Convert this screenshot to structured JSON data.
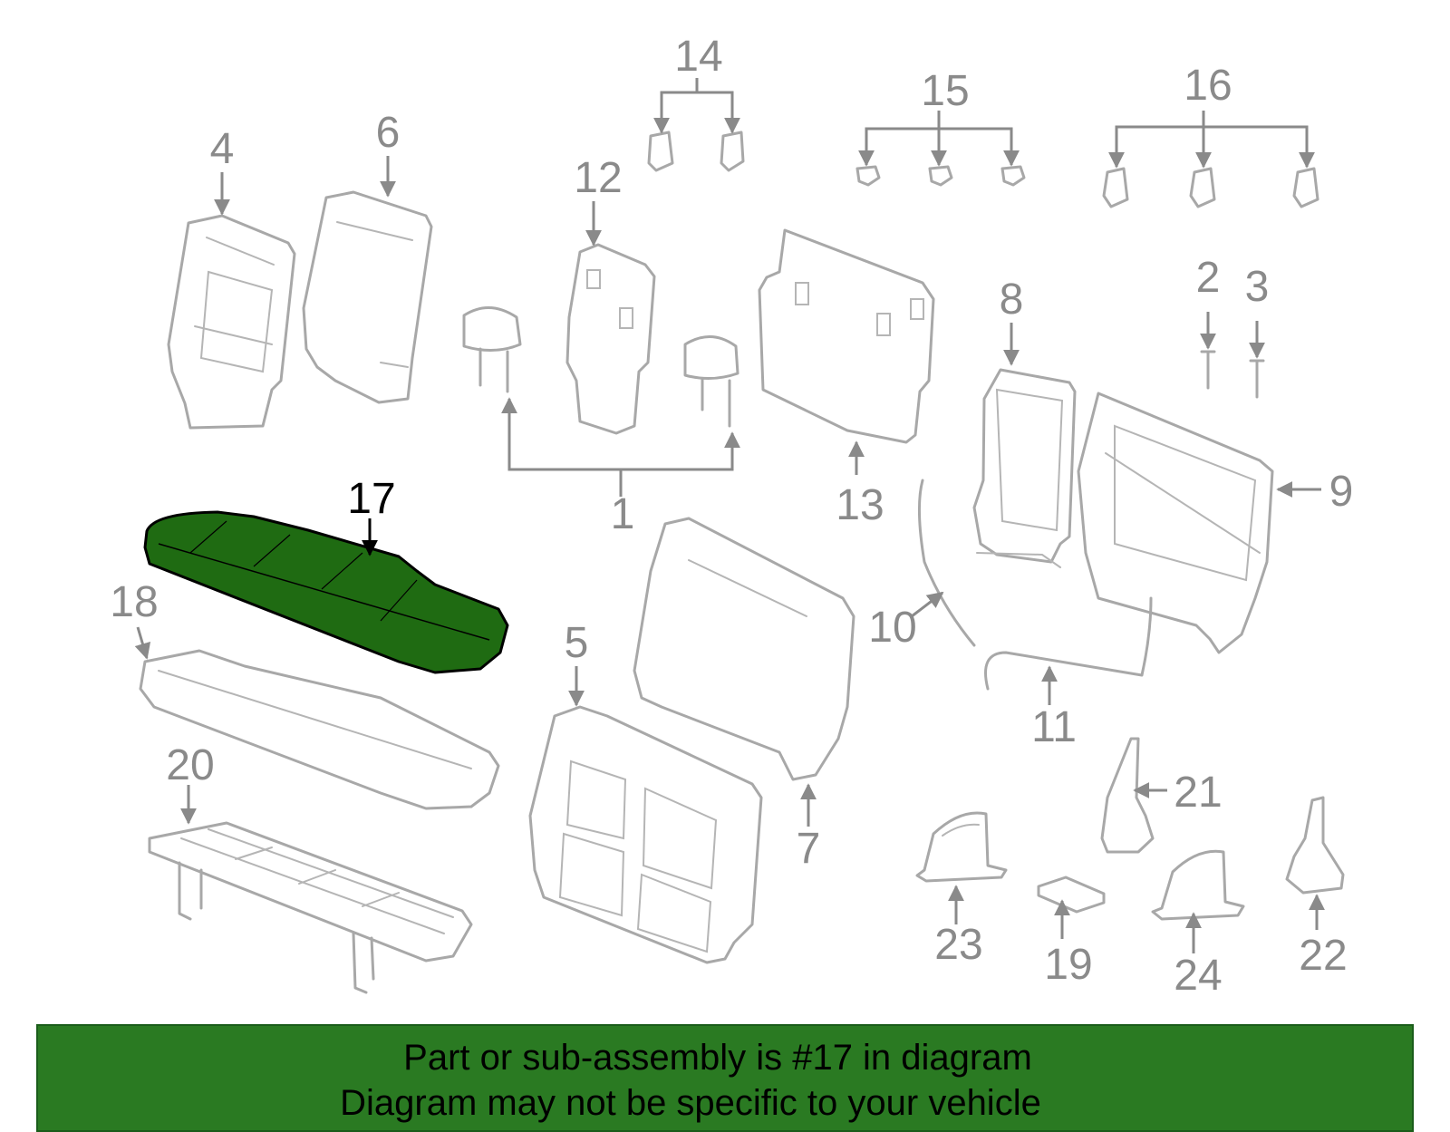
{
  "colors": {
    "highlight": "#1f6b12",
    "banner": "#2a7a22",
    "part_stroke": "#a8a8a8",
    "callout_text": "#8a8a8a"
  },
  "callouts": {
    "c1": "1",
    "c2": "2",
    "c3": "3",
    "c4": "4",
    "c5": "5",
    "c6": "6",
    "c7": "7",
    "c8": "8",
    "c9": "9",
    "c10": "10",
    "c11": "11",
    "c12": "12",
    "c13": "13",
    "c14": "14",
    "c15": "15",
    "c16": "16",
    "c17": "17",
    "c18": "18",
    "c19": "19",
    "c20": "20",
    "c21": "21",
    "c22": "22",
    "c23": "23",
    "c24": "24"
  },
  "highlighted_part": "17",
  "banner": {
    "line1": "Part or sub-assembly is #17 in diagram",
    "line2": "Diagram may not be specific to your vehicle"
  }
}
